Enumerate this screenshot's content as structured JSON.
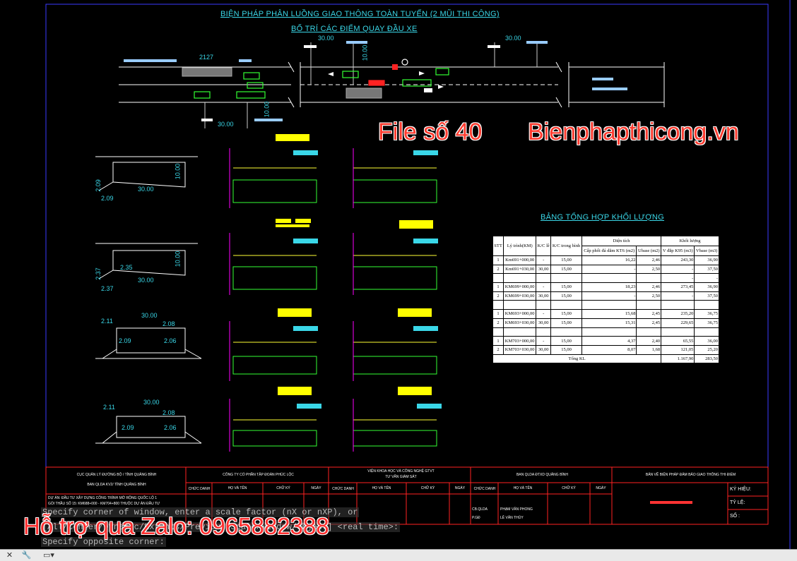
{
  "drawing": {
    "title_main": "BIỆN PHÁP PHÂN LUỒNG GIAO THÔNG TOÀN TUYẾN (2 MŨI THI CÔNG)",
    "title_sub": "BỐ TRÍ CÁC ĐIỂM QUAY ĐẦU XE",
    "plan_dims": {
      "d1": "2127",
      "d2": "30.00",
      "d3": "30.00",
      "d4": "10.00",
      "d5": "30.00",
      "d6": "10.00"
    },
    "section_dims": [
      {
        "a": "10.00",
        "b": "2.09",
        "c": "30.00",
        "d": "2.09"
      },
      {
        "a": "10.00",
        "b": "2.37",
        "c": "2.35",
        "d": "30.00",
        "e": "2.37"
      },
      {
        "a": "30.00",
        "b": "2.11",
        "c": "2.08",
        "d": "2.09",
        "e": "2.06"
      },
      {
        "a": "30.00",
        "b": "2.11",
        "c": "2.08",
        "d": "2.09",
        "e": "2.06"
      }
    ]
  },
  "watermark": {
    "file": "File số 40",
    "site": "Bienphapthicong.vn",
    "zalo": "Hỗ trợ qua Zalo: 0965882388"
  },
  "table": {
    "title": "BẢNG TỔNG HỢP KHỐI LƯỢNG",
    "h_stt": "STT",
    "h_lytrinh": "Lý trình(KM)",
    "h_kc": "K/C lề",
    "h_kctrong": "K/C trong bình",
    "h_dientich": "Diện tích",
    "h_khoiluong": "Khối lượng",
    "h_sub1": "Cấp phối đá dăm KT6 (m2)",
    "h_sub2": "Ubase (m2)",
    "h_sub3": "V đắp K95 (m3)",
    "h_sub4": "Vbase (m3)",
    "rows": [
      [
        "1",
        "Km691+000,00",
        "-",
        "15,00",
        "16,22",
        "2,46",
        "243,30",
        "36,90"
      ],
      [
        "2",
        "Km691+030,00",
        "30,00",
        "15,00",
        "-",
        "2,50",
        "-",
        "37,50"
      ],
      [
        "",
        "",
        "",
        "",
        "",
        "",
        "-",
        "-"
      ],
      [
        "1",
        "KM699+000,00",
        "-",
        "15,00",
        "18,23",
        "2,46",
        "273,45",
        "36,90"
      ],
      [
        "2",
        "KM699+030,00",
        "30,00",
        "15,00",
        "-",
        "2,50",
        "-",
        "37,50"
      ],
      [
        "",
        "",
        "",
        "",
        "",
        "",
        "",
        ""
      ],
      [
        "1",
        "KM693+000,00",
        "-",
        "15,00",
        "15,68",
        "2,45",
        "235,20",
        "36,75"
      ],
      [
        "2",
        "KM693+030,00",
        "30,00",
        "15,00",
        "15,31",
        "2,45",
        "229,65",
        "36,75"
      ],
      [
        "",
        "",
        "",
        "",
        "",
        "",
        "",
        ""
      ],
      [
        "1",
        "KM703+000,00",
        "-",
        "15,00",
        "4,37",
        "2,40",
        "65,55",
        "36,00"
      ],
      [
        "2",
        "KM703+030,00",
        "30,00",
        "15,00",
        "8,07",
        "1,68",
        "121,05",
        "25,20"
      ]
    ],
    "total_label": "Tổng KL",
    "total_v1": "1.167,90",
    "total_v2": "283,50"
  },
  "titleblock": {
    "c1a": "CỤC QUẢN LÝ ĐƯỜNG BỘ / TỈNH QUẢNG BÌNH",
    "c1b": "BAN QLDA KV2/ TỈNH QUẢNG BÌNH",
    "c2": "CÔNG TY CỔ PHẦN TẬP ĐOÀN PHÚC LỘC",
    "c3a": "VIỆN KHOA HỌC VÀ CÔNG NGHỆ GTVT",
    "c3b": "TƯ VẤN GIÁM SÁT",
    "c4": "BAN QLDA ĐTXD QUẢNG BÌNH",
    "c5": "BẢN VẼ BIỆN PHÁP ĐẢM BẢO GIAO THÔNG THI ĐIỂM",
    "chucdanh": "CHỨC DANH",
    "hoten": "HỌ VÀ TÊN",
    "chuky": "CHỮ KÝ",
    "ngay": "NGÀY",
    "p1": "CB.QLDA",
    "n1": "PHẠM VĂN PHONG",
    "p2": "P.GĐ",
    "n2": "LÊ VĂN THỦY",
    "kyhieu": "KÝ HIỆU:",
    "tyle": "TỶ LỆ:",
    "so": "SỐ :",
    "project": "DỰ ÁN: ĐẦU TƯ XÂY DỰNG CÔNG TRÌNH MỞ RỘNG QUỐC LỘ 1",
    "package": "GÓI THẦU SỐ 15: KM688+000 - KM704+800 THUỘC DỰ ÁN ĐẦU TƯ"
  },
  "command": {
    "line1": "Specify corner of window, enter a scale factor (nX or nXP), or",
    "line2": "[All/Center/Dynamic/Extents/Previous/Scale/Window/Object] <real time>:",
    "line3": "Specify opposite corner:"
  }
}
